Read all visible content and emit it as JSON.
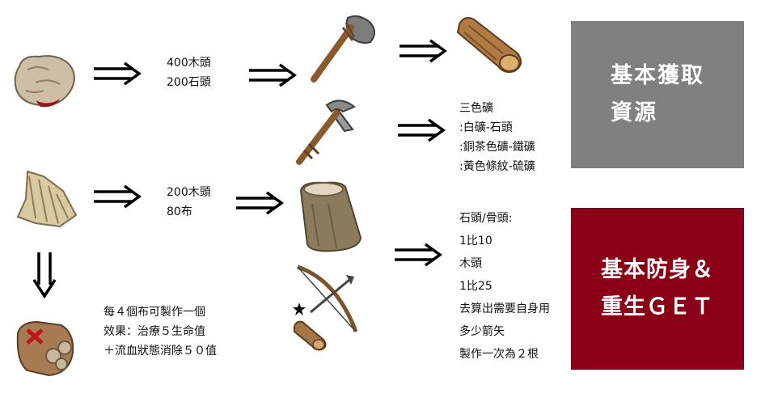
{
  "row1": {
    "cost": [
      "400木頭",
      "200石頭"
    ]
  },
  "row2": {
    "cost": [
      "200木頭",
      "80布"
    ]
  },
  "bandage": {
    "desc": [
      "每４個布可製作一個",
      "效果：治療５生命值",
      "＋流血狀態消除５０值"
    ]
  },
  "pickaxe_info": {
    "lines": [
      "三色礦",
      ":白礦-石頭",
      ":銅茶色礦-鐵礦",
      ":黃色條紋-硫礦"
    ]
  },
  "bow_info": {
    "lines": [
      "石頭/骨頭:",
      "1比10",
      "木頭",
      "1比25",
      "去算出需要自身用",
      "多少箭矢",
      "製作一次為２根"
    ]
  },
  "gather_box": {
    "lines": [
      "基本獲取",
      "資源"
    ],
    "color": "#808080"
  },
  "defense_box": {
    "lines": [
      "基本防身＆",
      "重生ＧＥＴ"
    ],
    "color": "#8b0016"
  }
}
